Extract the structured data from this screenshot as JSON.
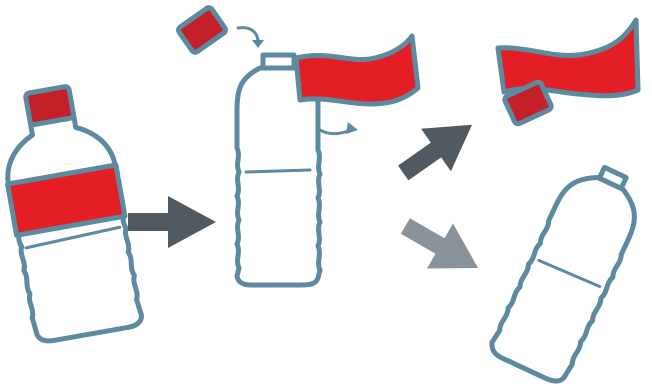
{
  "illustration": {
    "stages": [
      {
        "id": "full-bottle",
        "description_label": ""
      },
      {
        "id": "remove-cap-and-label",
        "description_label": ""
      },
      {
        "id": "separated-cap-and-label",
        "description_label": ""
      },
      {
        "id": "empty-bottle",
        "description_label": ""
      }
    ],
    "colors": {
      "outline": "#5c8aa0",
      "label_red": "#e31e24",
      "cap_red": "#c4202a",
      "arrow_dark": "#515a60",
      "arrow_light": "#8a9399",
      "background": "#ffffff"
    },
    "icons": [
      "bottle-icon",
      "cap-icon",
      "label-icon",
      "arrow-icon"
    ]
  }
}
